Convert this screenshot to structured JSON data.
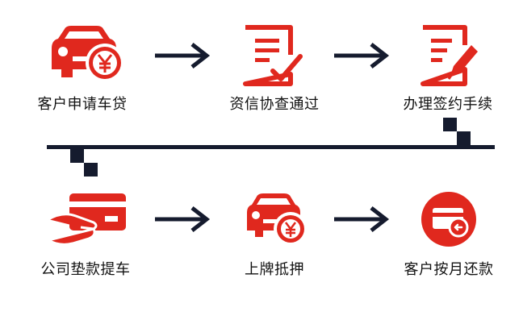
{
  "steps": [
    {
      "id": "car-loan",
      "label": "客户申请车贷",
      "icon": "car-yuan-icon"
    },
    {
      "id": "credit-check",
      "label": "资信协查通过",
      "icon": "document-check-icon"
    },
    {
      "id": "procedures",
      "label": "办理签约手续",
      "icon": "document-pen-icon"
    },
    {
      "id": "pickup",
      "label": "公司垫款提车",
      "icon": "hand-card-icon"
    },
    {
      "id": "mortgage",
      "label": "上牌抵押",
      "icon": "car-yuan-icon"
    },
    {
      "id": "repay",
      "label": "客户按月还款",
      "icon": "card-refund-icon"
    }
  ],
  "colors": {
    "accent": "#e0281e",
    "dark": "#151b2e",
    "text": "#111111"
  }
}
